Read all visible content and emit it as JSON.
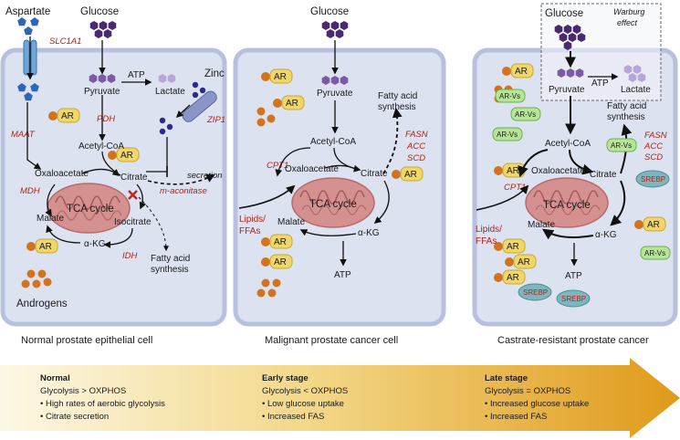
{
  "colors": {
    "cell_fill": "#dde2f1",
    "cell_border": "#b8c0df",
    "glucose": "#4a2a6e",
    "pyruvate": "#7b5aa6",
    "lactate": "#b9a6d8",
    "aspartate": "#2e66b8",
    "zinc": "#2a2a8a",
    "androgen": "#d2741e",
    "ar_box": "#f0d76b",
    "arvs_box": "#b6e59a",
    "srebp": "#7fb5bd",
    "mito": "#d59190",
    "enzyme_red": "#b02318",
    "arrow_start": "#fbf4d6",
    "arrow_end": "#e2a01c"
  },
  "icons": {
    "channel": "membrane-channel-icon",
    "mitochondrion": "mitochondrion-icon",
    "block": "inhibition-x-icon"
  },
  "panel1": {
    "aspartate": "Aspartate",
    "glucose": "Glucose",
    "slc1a1": "SLC1A1",
    "zinc": "Zinc",
    "zip1": "ZIP1",
    "pyruvate": "Pyruvate",
    "atp": "ATP",
    "lactate": "Lactate",
    "pdh": "PDH",
    "maat": "MAAT",
    "acetyl_coa": "Acetyl-CoA",
    "oxaloacetate": "Oxaloacetate",
    "citrate": "Citrate",
    "mdh": "MDH",
    "m_aconitase": "m-aconitase",
    "secretion": "secretion",
    "tca": "TCA cycle",
    "isocitrate": "Isocitrate",
    "malate": "Malate",
    "akg": "α-KG",
    "idh": "IDH",
    "fas": "Fatty acid synthesis",
    "androgens": "Androgens",
    "ar": "AR",
    "caption": "Normal prostate epithelial cell"
  },
  "panel2": {
    "glucose": "Glucose",
    "pyruvate": "Pyruvate",
    "fas": "Fatty acid synthesis",
    "acetyl_coa": "Acetyl-CoA",
    "fasn": "FASN",
    "acc": "ACC",
    "scd": "SCD",
    "cpt1": "CPT1",
    "oxaloacetate": "Oxaloacetate",
    "citrate": "Citrate",
    "tca": "TCA cycle",
    "lipids": "Lipids/",
    "ffas": "FFAs",
    "malate": "Malate",
    "akg": "α-KG",
    "atp": "ATP",
    "ar": "AR",
    "caption": "Malignant prostate cancer cell"
  },
  "panel3": {
    "glucose": "Glucose",
    "warburg1": "Warburg",
    "warburg2": "effect",
    "pyruvate": "Pyruvate",
    "atp": "ATP",
    "lactate": "Lactate",
    "fas": "Fatty acid synthesis",
    "acetyl_coa": "Acetyl-CoA",
    "fasn": "FASN",
    "acc": "ACC",
    "scd": "SCD",
    "cpt1": "CPT1",
    "oxaloacetate": "Oxaloacetate",
    "citrate": "Citrate",
    "tca": "TCA cycle",
    "lipids": "Lipids/",
    "ffas": "FFAs",
    "malate": "Malate",
    "akg": "α-KG",
    "atp2": "ATP",
    "ar": "AR",
    "arvs": "AR-Vs",
    "srebp": "SREBP",
    "caption": "Castrate-resistant prostate cancer"
  },
  "bottom": {
    "normal": {
      "title": "Normal",
      "line1": "Glycolysis > OXPHOS",
      "line2": "• High rates of aerobic glycolysis",
      "line3": "• Citrate secretion"
    },
    "early": {
      "title": "Early stage",
      "line1": "Glycolysis < OXPHOS",
      "line2": "• Low glucose uptake",
      "line3": "• Increased FAS"
    },
    "late": {
      "title": "Late stage",
      "line1": "Glycolysis = OXPHOS",
      "line2": "• Increased glucose uptake",
      "line3": "• Increased FAS"
    }
  }
}
